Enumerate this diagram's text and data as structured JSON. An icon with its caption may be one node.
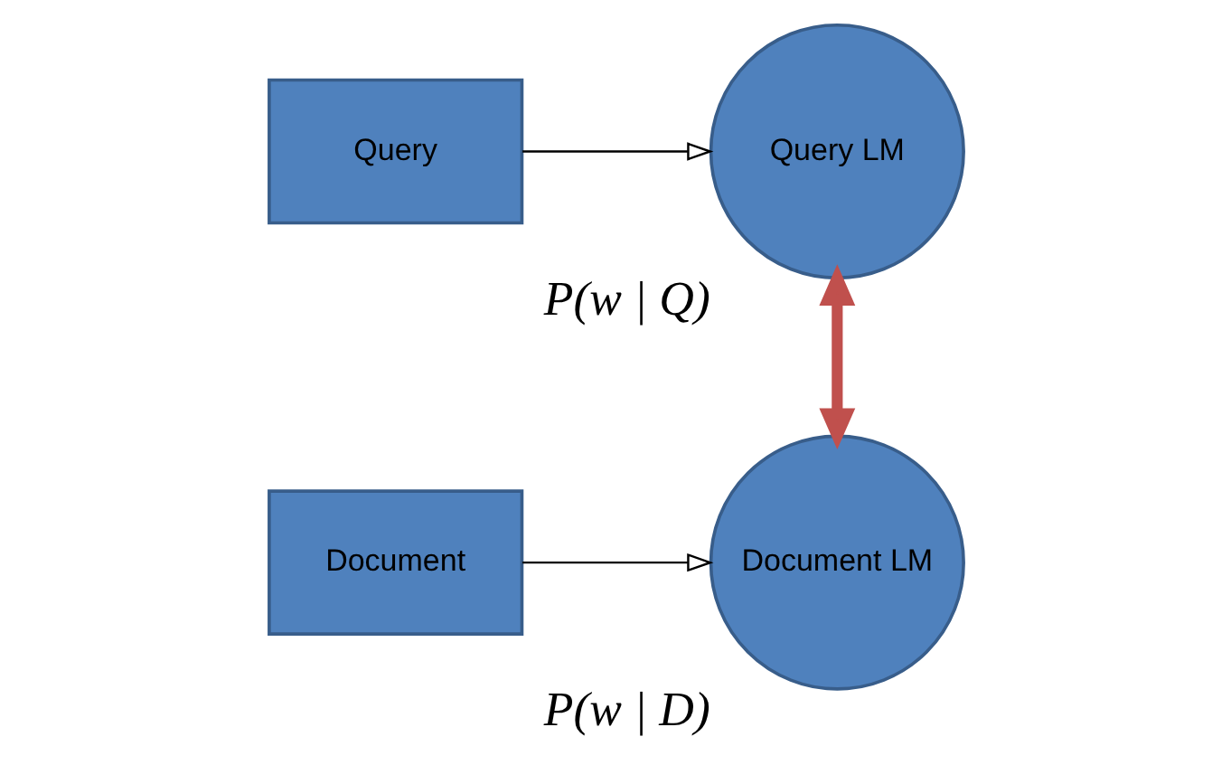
{
  "diagram": {
    "nodes": [
      {
        "text": [
          "Query"
        ]
      },
      {
        "text": [
          "Query LM"
        ],
        "beside": [
          "P(w | Q)"
        ]
      },
      {
        "text": [
          "Document"
        ]
      },
      {
        "text": [
          "Document LM"
        ],
        "beside": [
          "P(w | D)"
        ]
      }
    ],
    "edges": [
      {
        "from": 0,
        "to": 1,
        "arrow": "to"
      },
      {
        "from": 2,
        "to": 3,
        "arrow": "to"
      },
      {
        "from": 1,
        "to": 3,
        "arrow": "both",
        "style": "thick",
        "color": "#c0504d"
      }
    ]
  }
}
